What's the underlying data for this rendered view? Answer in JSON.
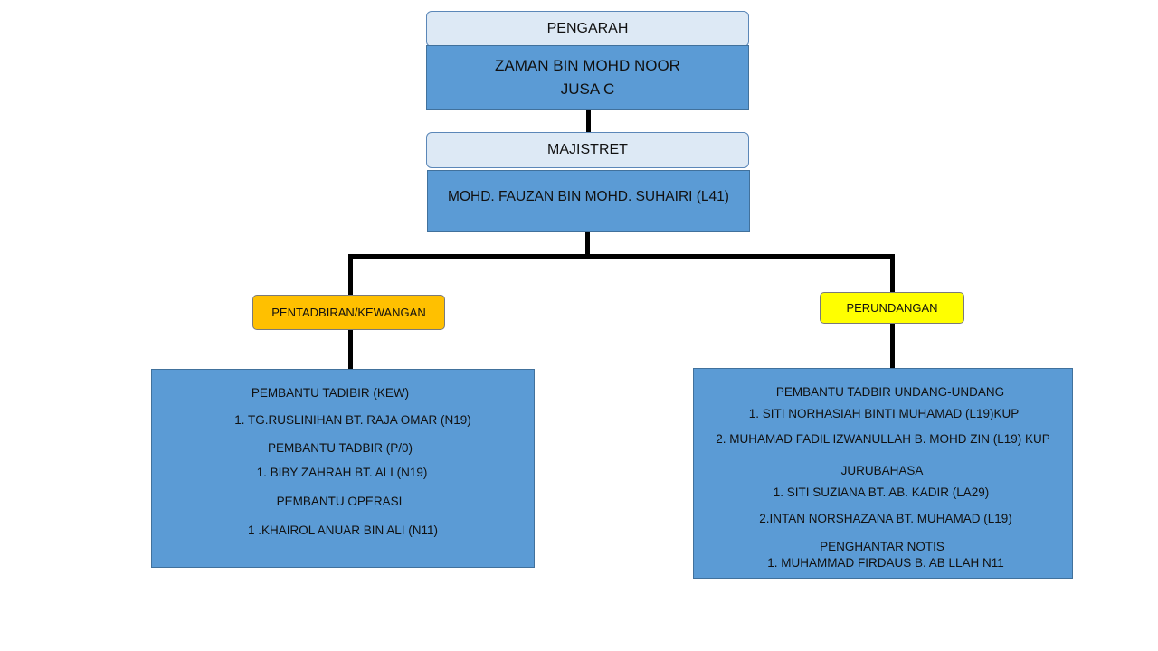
{
  "top": {
    "title": "PENGARAH",
    "name": "ZAMAN BIN MOHD NOOR",
    "grade": "JUSA C"
  },
  "second": {
    "title": "MAJISTRET",
    "name": "MOHD. FAUZAN BIN MOHD. SUHAIRI (L41)"
  },
  "left_branch": {
    "label": "PENTADBIRAN/KEWANGAN",
    "color": "#ffc000",
    "lines": [
      "PEMBANTU  TADIBIR (KEW)",
      "1. TG.RUSLINIHAN BT. RAJA OMAR (N19)",
      "PEMBANTU  TADBIR (P/0)",
      "1. BIBY ZAHRAH BT. ALI (N19)",
      "PEMBANTU  OPERASI",
      "1 .KHAIROL ANUAR BIN ALI (N11)"
    ]
  },
  "right_branch": {
    "label": "PERUNDANGAN",
    "color": "#ffff00",
    "lines": [
      "PEMBANTU TADBIR UNDANG-UNDANG",
      "1. SITI NORHASIAH BINTI MUHAMAD  (L19)KUP",
      "2. MUHAMAD  FADIL IZWANULLAH B. MOHD ZIN (L19) KUP",
      "JURUBAHASA",
      "1. SITI SUZIANA BT. AB. KADIR (LA29)",
      "2.INTAN NORSHAZANA BT. MUHAMAD  (L19)",
      "PENGHANTAR NOTIS",
      "1. MUHAMMAD FIRDAUS B. AB LLAH N11"
    ]
  },
  "colors": {
    "header_fill": "#dde9f5",
    "name_fill": "#5b9bd5",
    "connector": "#000000"
  }
}
